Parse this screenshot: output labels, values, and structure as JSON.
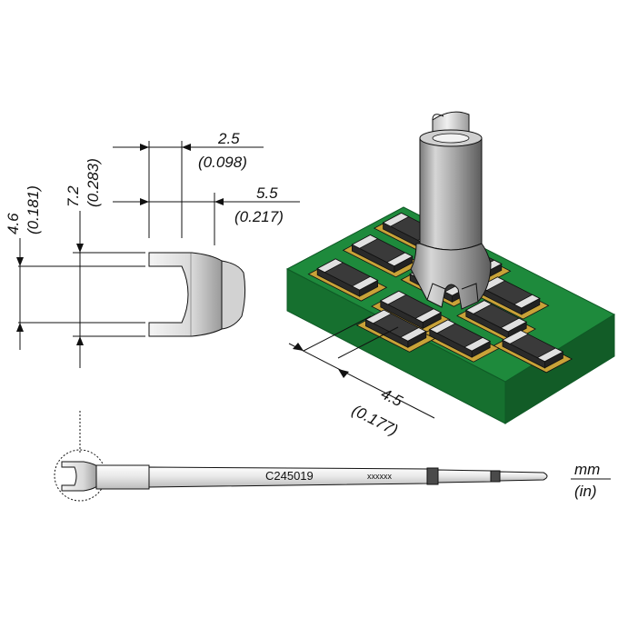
{
  "dimensions": {
    "tip_gap_width_mm": "2.5",
    "tip_gap_width_in": "(0.098)",
    "tip_length_mm": "5.5",
    "tip_length_in": "(0.217)",
    "inner_height_mm": "4.6",
    "inner_height_in": "(0.181)",
    "outer_height_mm": "7.2",
    "outer_height_in": "(0.283)",
    "component_pitch_mm": "4.5",
    "component_pitch_in": "(0.177)"
  },
  "cartridge": {
    "part_number": "C245019",
    "code": "xxxxxx"
  },
  "units": {
    "primary": "mm",
    "secondary": "(in)"
  },
  "colors": {
    "pcb": "#1e8a3c",
    "pcb_side": "#16702f",
    "pad": "#c8a238",
    "chip_body": "#3a3a3a",
    "metal": "#b8b8b8"
  }
}
